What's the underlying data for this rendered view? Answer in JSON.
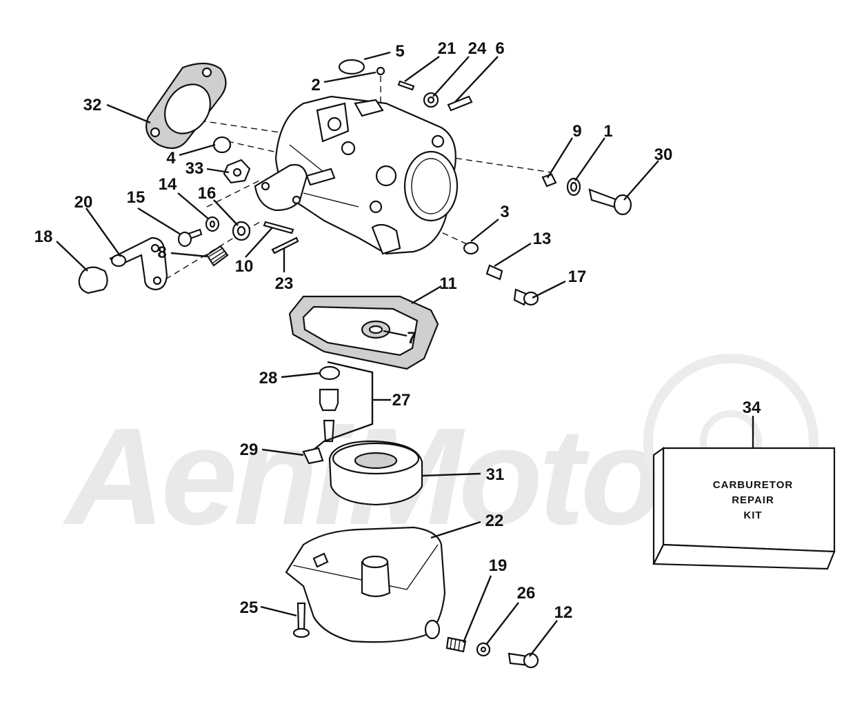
{
  "watermark": "AeniMoto",
  "callouts": [
    {
      "text": "5"
    },
    {
      "text": "21"
    },
    {
      "text": "24"
    },
    {
      "text": "6"
    },
    {
      "text": "2"
    },
    {
      "text": "32"
    },
    {
      "text": "9"
    },
    {
      "text": "1"
    },
    {
      "text": "30"
    },
    {
      "text": "4"
    },
    {
      "text": "33"
    },
    {
      "text": "14"
    },
    {
      "text": "16"
    },
    {
      "text": "15"
    },
    {
      "text": "20"
    },
    {
      "text": "18"
    },
    {
      "text": "8"
    },
    {
      "text": "10"
    },
    {
      "text": "3"
    },
    {
      "text": "13"
    },
    {
      "text": "23"
    },
    {
      "text": "17"
    },
    {
      "text": "11"
    },
    {
      "text": "7"
    },
    {
      "text": "28"
    },
    {
      "text": "27"
    },
    {
      "text": "34"
    },
    {
      "text": "29"
    },
    {
      "text": "31"
    },
    {
      "text": "22"
    },
    {
      "text": "19"
    },
    {
      "text": "26"
    },
    {
      "text": "12"
    },
    {
      "text": "25"
    }
  ],
  "kit": {
    "line1": "CARBURETOR",
    "line2": "REPAIR",
    "line3": "KIT"
  }
}
